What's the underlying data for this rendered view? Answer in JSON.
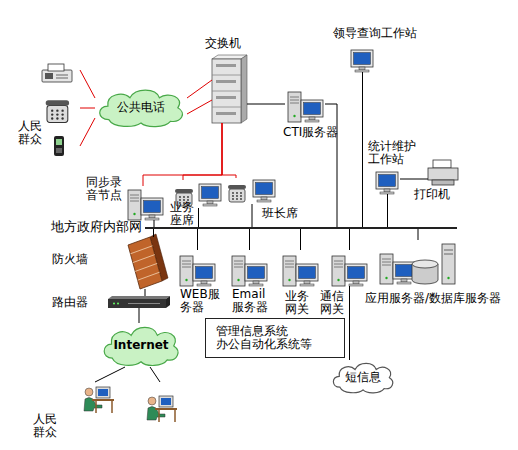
{
  "diagram": {
    "nodes": [
      {
        "text": [
          "交换机"
        ]
      },
      {
        "text": [
          "领导查询工作站"
        ]
      },
      {
        "text": [
          "公共电话"
        ]
      },
      {
        "text": [
          "人民 群众"
        ]
      },
      {
        "text": [
          "CTI服务器"
        ]
      },
      {
        "text": [
          "统计维护 工作站"
        ]
      },
      {
        "text": [
          "打印机"
        ]
      },
      {
        "text": [
          "同步录 音节点"
        ]
      },
      {
        "text": [
          "业务 座席"
        ]
      },
      {
        "text": [
          "班长席"
        ]
      },
      {
        "text": [
          "地方政府内部网"
        ]
      },
      {
        "text": [
          "防火墙"
        ]
      },
      {
        "text": [
          "路由器"
        ]
      },
      {
        "text": [
          "WEB服 务器"
        ]
      },
      {
        "text": [
          "Email 服务器"
        ]
      },
      {
        "text": [
          "业务 网关"
        ]
      },
      {
        "text": [
          "通信 网关"
        ]
      },
      {
        "text": [
          "应用服务器/数据库服务器"
        ]
      },
      {
        "text": [
          "管理信息系统 办公自动化系统等"
        ]
      },
      {
        "text": [
          "短信息"
        ]
      },
      {
        "text": [
          "Internet"
        ]
      },
      {
        "text": [
          "人民 群众"
        ]
      }
    ],
    "edges": [
      {
        "from": 3,
        "to": 2,
        "arrow": "none"
      },
      {
        "from": 3,
        "to": 2,
        "arrow": "none"
      },
      {
        "from": 3,
        "to": 2,
        "arrow": "none"
      },
      {
        "from": 2,
        "to": 0,
        "arrow": "none"
      },
      {
        "from": 2,
        "to": 0,
        "arrow": "none"
      },
      {
        "from": 0,
        "to": 4,
        "arrow": "none"
      },
      {
        "from": 0,
        "to": 7,
        "arrow": "none"
      },
      {
        "from": 0,
        "to": 8,
        "arrow": "none"
      },
      {
        "from": 0,
        "to": 9,
        "arrow": "none"
      },
      {
        "from": 1,
        "to": 10,
        "arrow": "none"
      },
      {
        "from": 4,
        "to": 10,
        "arrow": "none"
      },
      {
        "from": 5,
        "to": 10,
        "arrow": "none"
      },
      {
        "from": 5,
        "to": 6,
        "arrow": "none"
      },
      {
        "from": 7,
        "to": 10,
        "arrow": "none"
      },
      {
        "from": 8,
        "to": 10,
        "arrow": "none"
      },
      {
        "from": 9,
        "to": 10,
        "arrow": "none"
      },
      {
        "from": 10,
        "to": 11,
        "arrow": "none"
      },
      {
        "from": 11,
        "to": 12,
        "arrow": "none"
      },
      {
        "from": 12,
        "to": 20,
        "arrow": "none"
      },
      {
        "from": 20,
        "to": 21,
        "arrow": "none"
      },
      {
        "from": 20,
        "to": 21,
        "arrow": "none"
      },
      {
        "from": 13,
        "to": 10,
        "arrow": "none"
      },
      {
        "from": 14,
        "to": 10,
        "arrow": "none"
      },
      {
        "from": 15,
        "to": 10,
        "arrow": "none"
      },
      {
        "from": 16,
        "to": 10,
        "arrow": "none"
      },
      {
        "from": 17,
        "to": 10,
        "arrow": "none"
      },
      {
        "from": 16,
        "to": 19,
        "arrow": "none"
      }
    ]
  }
}
